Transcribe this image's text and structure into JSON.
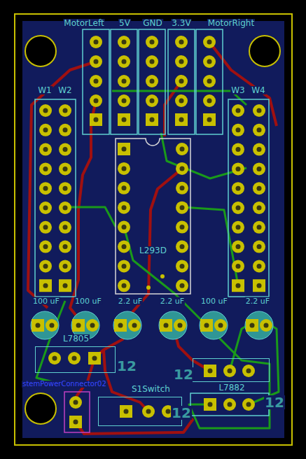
{
  "diagram": {
    "nodes": [
      {
        "text": [
          "L293D"
        ]
      },
      {
        "text": [
          "L7805"
        ]
      },
      {
        "text": [
          "L7882"
        ]
      },
      {
        "text": [
          "S1Switch"
        ]
      }
    ],
    "labels": [
      "MotorLeft",
      "5V",
      "GND",
      "3.3V",
      "MotorRight",
      "W1",
      "W2",
      "W3",
      "W4",
      "100 uF",
      "100 uF",
      "2.2 uF",
      "2.2 uF",
      "100 uF",
      "2.2 uF",
      "12",
      "12",
      "12",
      "12",
      "stemPowerConnector02"
    ]
  }
}
